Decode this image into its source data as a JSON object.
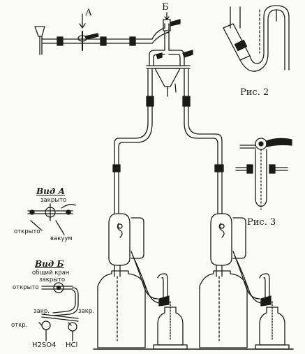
{
  "labels": {
    "view_a_marker": "А",
    "view_b_marker": "Б",
    "fig2": "Рис. 2",
    "fig3": "Рис. 3",
    "view_a_title": "Вид А",
    "view_a_closed": "закрыто",
    "view_a_open": "открыто",
    "view_a_vacuum": "вакуум",
    "view_b_title": "Вид Б",
    "view_b_common_valve": "общий кран",
    "view_b_closed": "закрыто",
    "view_b_open": "открыто",
    "view_b_closed_left": "закр.",
    "view_b_closed_right": "закр.",
    "view_b_open_left": "откр.",
    "reagent_left": "H2SO4",
    "reagent_right": "HCl"
  },
  "colors": {
    "ink": "#1a1a1a",
    "paper": "#fbfbf9"
  }
}
